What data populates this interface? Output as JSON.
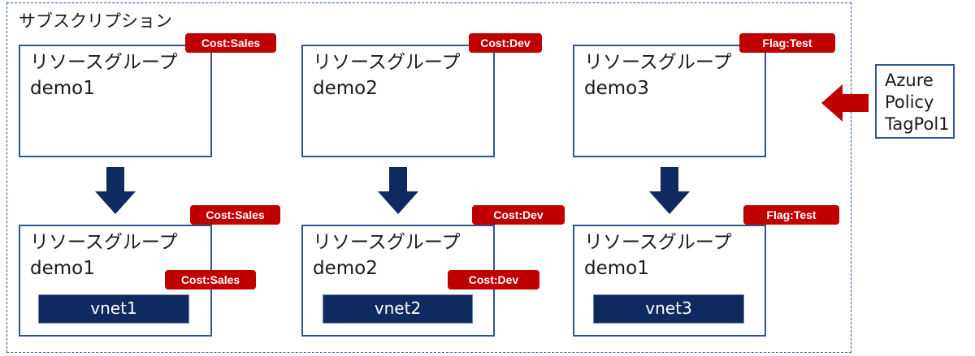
{
  "subscription": {
    "label": "サブスクリプション"
  },
  "colors": {
    "tag": "#c00000",
    "border": "#2f5597",
    "vnet": "#0f2a5e",
    "arrow": "#0f2a5e",
    "policy_arrow": "#c00000"
  },
  "before": [
    {
      "label": "リソースグループ",
      "name": "demo1",
      "tag": "Cost:Sales"
    },
    {
      "label": "リソースグループ",
      "name": "demo2",
      "tag": "Cost:Dev"
    },
    {
      "label": "リソースグループ",
      "name": "demo3",
      "tag": "Flag:Test"
    }
  ],
  "after": [
    {
      "label": "リソースグループ",
      "name": "demo1",
      "tag": "Cost:Sales",
      "vnet": "vnet1",
      "vnet_tag": "Cost:Sales"
    },
    {
      "label": "リソースグループ",
      "name": "demo2",
      "tag": "Cost:Dev",
      "vnet": "vnet2",
      "vnet_tag": "Cost:Dev"
    },
    {
      "label": "リソースグループ",
      "name": "demo1",
      "tag": "Flag:Test",
      "vnet": "vnet3"
    }
  ],
  "policy": {
    "line1": "Azure",
    "line2": "Policy",
    "line3": "TagPol1"
  }
}
